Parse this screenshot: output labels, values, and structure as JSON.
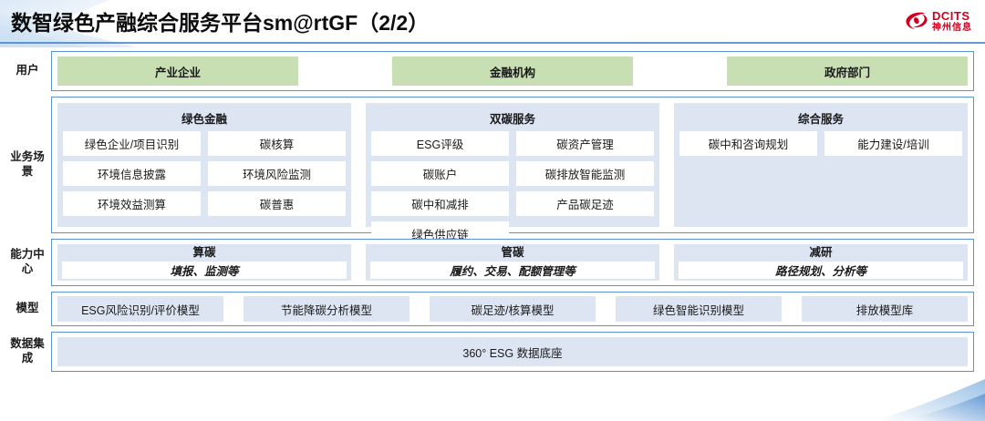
{
  "header": {
    "title": "数智绿色产融综合服务平台sm@rtGF（2/2）",
    "logo": {
      "icon": "dcits-swoosh-icon",
      "en": "DCITS",
      "cn": "神州信息",
      "color": "#d1001f"
    }
  },
  "theme": {
    "border_blue": "#5b93d3",
    "panel_blue": "#dde4f2",
    "chip_green": "#c7dfb2",
    "rule_blue": "#4a86c8",
    "text": "#1a1a1a"
  },
  "rows": {
    "user": {
      "label": "用户",
      "chips": [
        {
          "label": "产业企业"
        },
        {
          "label": "金融机构"
        },
        {
          "label": "政府部门"
        }
      ]
    },
    "scenario": {
      "label": "业务场景",
      "panels": [
        {
          "title": "绿色金融",
          "items": [
            "绿色企业/项目识别",
            "碳核算",
            "环境信息披露",
            "环境风险监测",
            "环境效益测算",
            "碳普惠"
          ]
        },
        {
          "title": "双碳服务",
          "items": [
            "ESG评级",
            "碳资产管理",
            "碳账户",
            "碳排放智能监测",
            "碳中和减排",
            "产品碳足迹",
            "绿色供应链"
          ]
        },
        {
          "title": "综合服务",
          "items": [
            "碳中和咨询规划",
            "能力建设/培训"
          ]
        }
      ]
    },
    "capability": {
      "label": "能力中心",
      "items": [
        {
          "title": "算碳",
          "sub": "填报、监测等"
        },
        {
          "title": "管碳",
          "sub": "履约、交易、配额管理等"
        },
        {
          "title": "减研",
          "sub": "路径规划、分析等"
        }
      ]
    },
    "model": {
      "label": "模型",
      "items": [
        "ESG风险识别/评价模型",
        "节能降碳分析模型",
        "碳足迹/核算模型",
        "绿色智能识别模型",
        "排放模型库"
      ]
    },
    "data": {
      "label": "数据集成",
      "bar": "360° ESG 数据底座"
    }
  }
}
